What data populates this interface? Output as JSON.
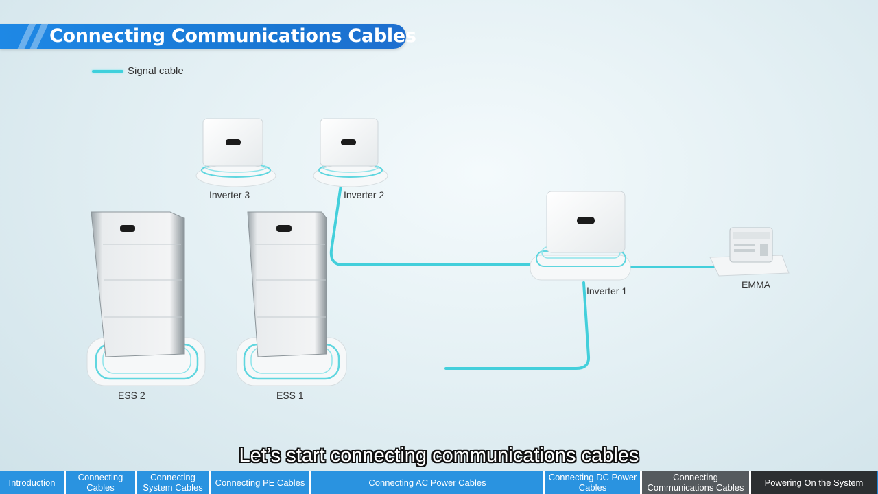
{
  "title": "Connecting Communications Cables",
  "legend": {
    "label": "Signal cable",
    "color": "#3fd0dc"
  },
  "devices": {
    "inverter3": "Inverter 3",
    "inverter2": "Inverter 2",
    "inverter1": "Inverter 1",
    "emma": "EMMA",
    "ess2": "ESS 2",
    "ess1": "ESS 1"
  },
  "subtitle": "Let’s start connecting communications cables",
  "nav": {
    "items": [
      {
        "label": "Introduction",
        "state": "normal"
      },
      {
        "label": "Connecting Cables",
        "state": "normal"
      },
      {
        "label": "Connecting System Cables",
        "state": "normal"
      },
      {
        "label": "Connecting PE Cables",
        "state": "normal"
      },
      {
        "label": "Connecting AC Power Cables",
        "state": "normal"
      },
      {
        "label": "Connecting DC Power Cables",
        "state": "normal"
      },
      {
        "label": "Connecting Communications Cables",
        "state": "active"
      },
      {
        "label": "Powering On the System",
        "state": "dark"
      }
    ]
  }
}
